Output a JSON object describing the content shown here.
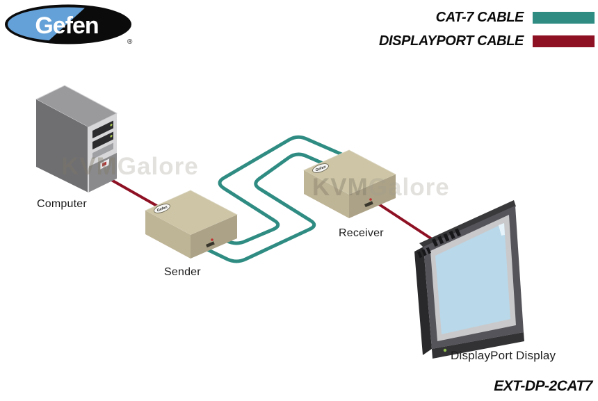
{
  "brand": {
    "logo_text": "Gefen",
    "registered_mark": "®"
  },
  "legend": {
    "items": [
      {
        "label": "CAT-7 CABLE"
      },
      {
        "label": "DISPLAYPORT CABLE"
      }
    ]
  },
  "colors": {
    "cat7_cable": "#2F8C83",
    "displayport_cable": "#8E1023"
  },
  "devices": {
    "computer": {
      "label": "Computer"
    },
    "sender": {
      "label": "Sender",
      "badge": "Gefen"
    },
    "receiver": {
      "label": "Receiver",
      "badge": "Gefen"
    },
    "display": {
      "label": "DisplayPort Display"
    }
  },
  "product_model": "EXT-DP-2CAT7",
  "watermark": {
    "bold": "KVM",
    "light": "Galore"
  }
}
